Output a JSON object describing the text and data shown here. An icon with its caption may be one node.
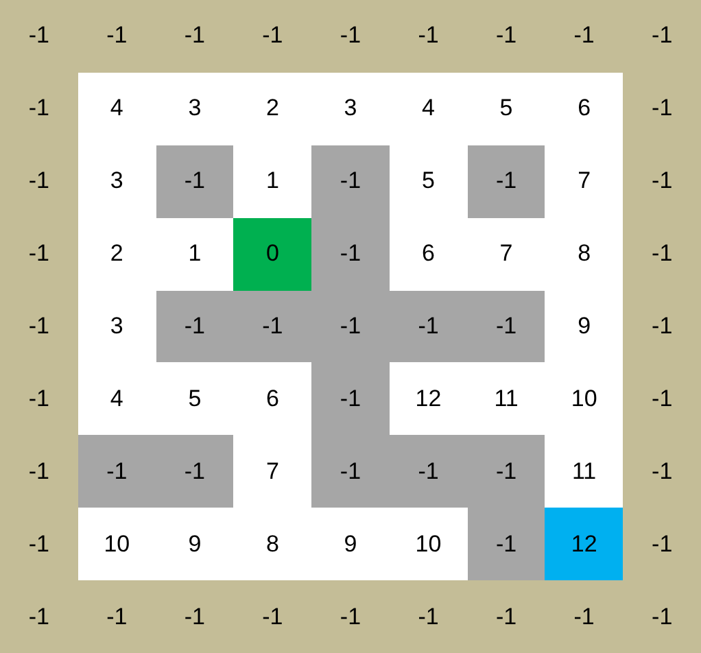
{
  "diagram": {
    "labels": [
      "-1",
      "-1",
      "-1",
      "-1",
      "-1",
      "-1",
      "-1",
      "-1",
      "-1",
      "-1",
      "4",
      "3",
      "2",
      "3",
      "4",
      "5",
      "6",
      "-1",
      "-1",
      "3",
      "-1",
      "1",
      "-1",
      "5",
      "-1",
      "7",
      "-1",
      "-1",
      "2",
      "1",
      "0",
      "-1",
      "6",
      "7",
      "8",
      "-1",
      "-1",
      "3",
      "-1",
      "-1",
      "-1",
      "-1",
      "-1",
      "9",
      "-1",
      "-1",
      "4",
      "5",
      "6",
      "-1",
      "12",
      "11",
      "10",
      "-1",
      "-1",
      "-1",
      "-1",
      "7",
      "-1",
      "-1",
      "-1",
      "11",
      "-1",
      "-1",
      "10",
      "9",
      "8",
      "9",
      "10",
      "-1",
      "12",
      "-1",
      "-1",
      "-1",
      "-1",
      "-1",
      "-1",
      "-1",
      "-1",
      "-1",
      "-1"
    ]
  }
}
